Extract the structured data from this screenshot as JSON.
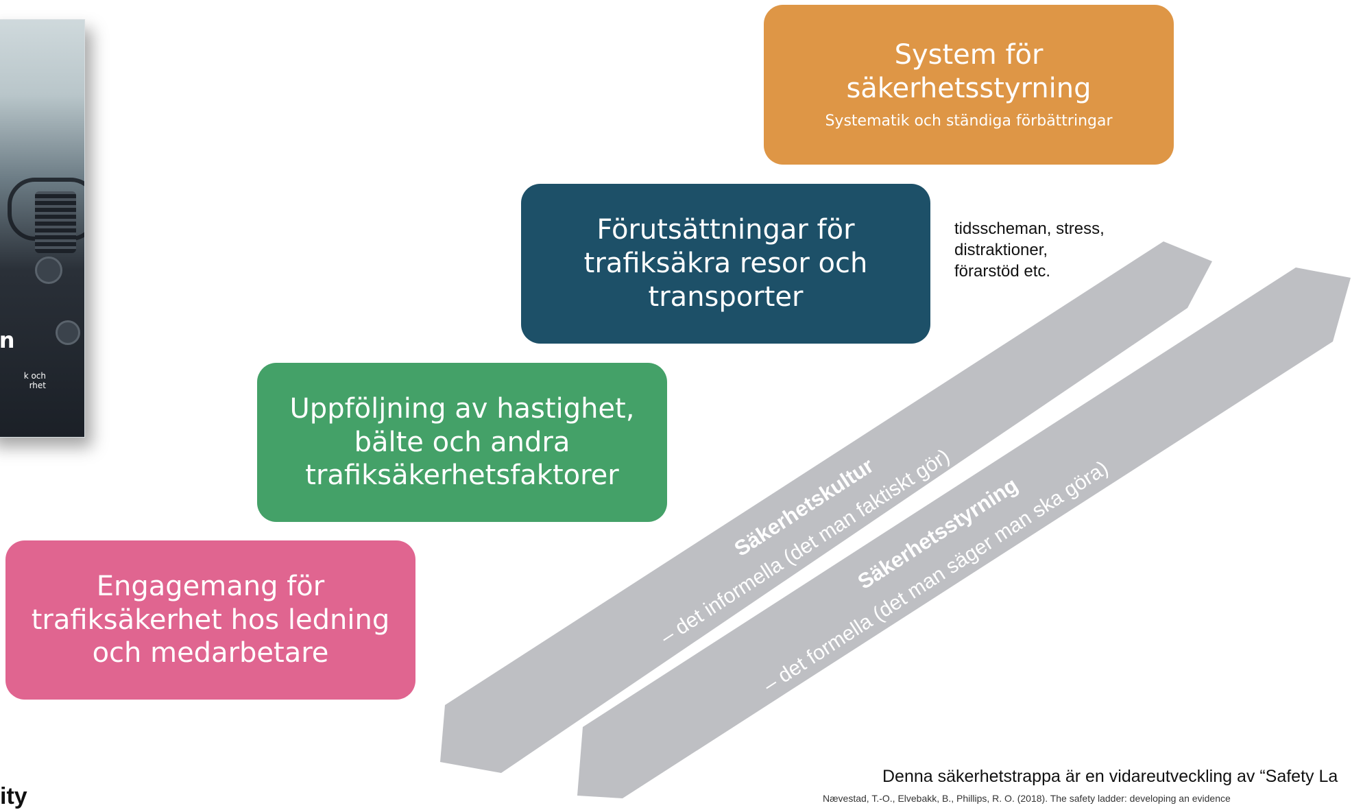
{
  "steps": [
    {
      "title": "Engagemang för trafiksäkerhet hos ledning och medarbetare",
      "color": "#e06590"
    },
    {
      "title": "Uppföljning av hastighet, bälte och andra trafiksäkerhetsfaktorer",
      "color": "#44a168"
    },
    {
      "title": "Förutsättningar för trafiksäkra resor och transporter",
      "color": "#1d5068"
    },
    {
      "title": "System för säkerhetsstyrning",
      "subtitle": "Systematik och ständiga förbättringar",
      "color": "#de9646"
    }
  ],
  "note": "tidsscheman, stress,\ndistraktioner,\nförarstöd etc.",
  "arrows": [
    {
      "bold": "Säkerhetskultur",
      "text": "– det informella (det man faktiskt gör)",
      "color": "#bebfc3"
    },
    {
      "bold": "Säkerhetsstyrning",
      "text": "– det formella (det man säger man ska göra)",
      "color": "#bebfc3"
    }
  ],
  "cover": {
    "title_fragment": "en",
    "subtitle_fragment": "k och\nrhet"
  },
  "citation": {
    "main": "Denna säkerhetstrappa är en vidareutveckling av “Safety La",
    "small": "Nævestad, T.-O., Elvebakk, B., Phillips, R. O. (2018). The safety ladder: developing an evidence"
  },
  "corner_text": "ity"
}
